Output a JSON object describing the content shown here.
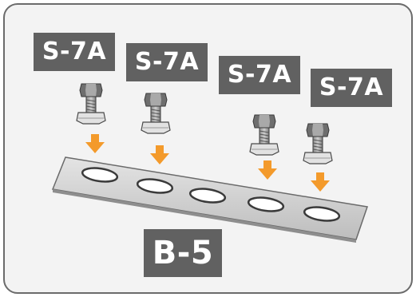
{
  "labels": {
    "screw_1": "S-7A",
    "screw_2": "S-7A",
    "screw_3": "S-7A",
    "screw_4": "S-7A",
    "plate": "B-5"
  },
  "colors": {
    "label_background": "#616161",
    "label_text": "#ffffff",
    "arrow": "#f39a2b",
    "card_border": "#6b6b6b",
    "card_background": "#f3f3f3"
  },
  "parts": {
    "screw_count": 4,
    "plate_slot_count": 5
  }
}
